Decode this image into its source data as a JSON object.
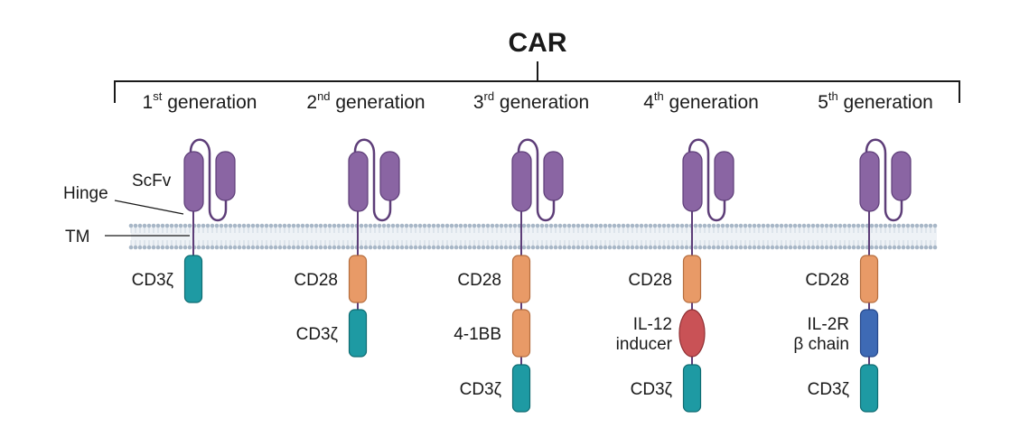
{
  "title": "CAR",
  "colors": {
    "scfv": "#8a65a3",
    "scfv_stroke": "#5d3d78",
    "cd28": "#e89a67",
    "cd28_stroke": "#b56d3e",
    "cd3z": "#1e9aa3",
    "cd3z_stroke": "#0f6b71",
    "il12": "#c95256",
    "il12_stroke": "#8f2f33",
    "il2r": "#3e6ab5",
    "il2r_stroke": "#26478a",
    "membrane": "#a8b7c7",
    "bracket": "#1a1a1a"
  },
  "annotations": {
    "scfv": "ScFv",
    "hinge": "Hinge",
    "tm": "TM"
  },
  "generations": [
    {
      "num": "1",
      "sup": "st",
      "word": "generation",
      "domains": [
        {
          "type": "cd3z",
          "label": [
            "CD3ζ"
          ]
        }
      ]
    },
    {
      "num": "2",
      "sup": "nd",
      "word": "generation",
      "domains": [
        {
          "type": "cd28",
          "label": [
            "CD28"
          ]
        },
        {
          "type": "cd3z",
          "label": [
            "CD3ζ"
          ]
        }
      ]
    },
    {
      "num": "3",
      "sup": "rd",
      "word": "generation",
      "domains": [
        {
          "type": "cd28",
          "label": [
            "CD28"
          ]
        },
        {
          "type": "cd28",
          "label": [
            "4-1BB"
          ]
        },
        {
          "type": "cd3z",
          "label": [
            "CD3ζ"
          ]
        }
      ]
    },
    {
      "num": "4",
      "sup": "th",
      "word": "generation",
      "domains": [
        {
          "type": "cd28",
          "label": [
            "CD28"
          ]
        },
        {
          "type": "il12",
          "label": [
            "IL-12",
            "inducer"
          ]
        },
        {
          "type": "cd3z",
          "label": [
            "CD3ζ"
          ]
        }
      ]
    },
    {
      "num": "5",
      "sup": "th",
      "word": "generation",
      "domains": [
        {
          "type": "cd28",
          "label": [
            "CD28"
          ]
        },
        {
          "type": "il2r",
          "label": [
            "IL-2R",
            "β chain"
          ]
        },
        {
          "type": "cd3z",
          "label": [
            "CD3ζ"
          ]
        }
      ]
    }
  ]
}
